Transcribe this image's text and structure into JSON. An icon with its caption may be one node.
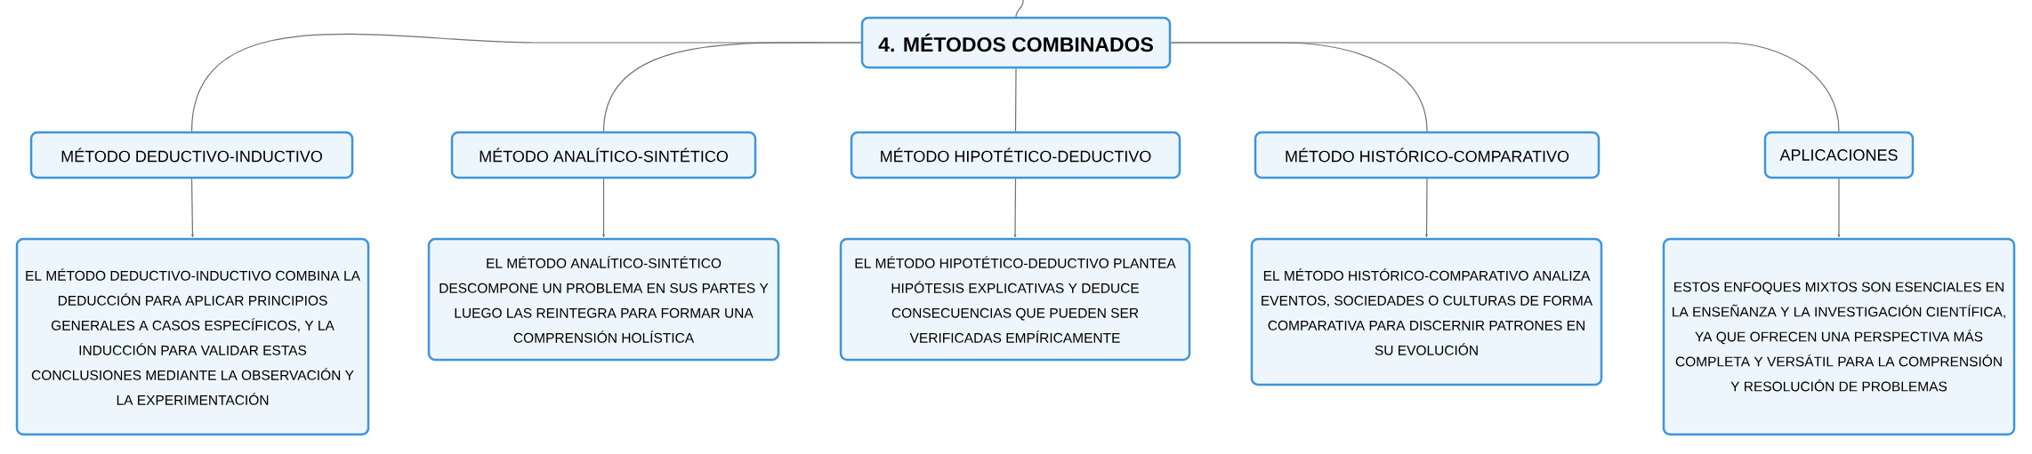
{
  "diagram": {
    "nodes": [
      {
        "text": [
          "4. MÉTODOS COMBINADOS"
        ]
      },
      {
        "text": [
          "MÉTODO DEDUCTIVO-INDUCTIVO"
        ]
      },
      {
        "text": [
          "MÉTODO ANALÍTICO-SINTÉTICO"
        ]
      },
      {
        "text": [
          "MÉTODO HIPOTÉTICO-DEDUCTIVO"
        ]
      },
      {
        "text": [
          "MÉTODO HISTÓRICO-COMPARATIVO"
        ]
      },
      {
        "text": [
          "APLICACIONES"
        ]
      },
      {
        "text": [
          "EL MÉTODO DEDUCTIVO-INDUCTIVO COMBINA LA DEDUCCIÓN PARA APLICAR PRINCIPIOS GENERALES A CASOS ESPECÍFICOS, Y LA INDUCCIÓN PARA VALIDAR ESTAS CONCLUSIONES MEDIANTE LA OBSERVACIÓN Y LA EXPERIMENTACIÓN"
        ]
      },
      {
        "text": [
          "EL MÉTODO ANALÍTICO-SINTÉTICO DESCOMPONE UN PROBLEMA EN SUS PARTES Y LUEGO LAS REINTEGRA PARA FORMAR UNA COMPRENSIÓN HOLÍSTICA"
        ]
      },
      {
        "text": [
          "EL MÉTODO HIPOTÉTICO-DEDUCTIVO PLANTEA HIPÓTESIS EXPLICATIVAS Y DEDUCE CONSECUENCIAS QUE PUEDEN SER VERIFICADAS EMPÍRICAMENTE"
        ]
      },
      {
        "text": [
          "EL MÉTODO HISTÓRICO-COMPARATIVO ANALIZA EVENTOS, SOCIEDADES O CULTURAS DE FORMA COMPARATIVA PARA DISCERNIR PATRONES EN SU EVOLUCIÓN"
        ]
      },
      {
        "text": [
          "ESTOS ENFOQUES MIXTOS SON ESENCIALES EN LA ENSEÑANZA Y LA INVESTIGACIÓN CIENTÍFICA, YA QUE OFRECEN UNA PERSPECTIVA MÁS COMPLETA Y VERSÁTIL PARA LA COMPRENSIÓN Y RESOLUCIÓN DE PROBLEMAS"
        ]
      }
    ],
    "edges": [
      {
        "from": null,
        "to": 0,
        "arrow": "none"
      },
      {
        "from": 0,
        "to": 1,
        "arrow": "none"
      },
      {
        "from": 0,
        "to": 2,
        "arrow": "none"
      },
      {
        "from": 0,
        "to": 3,
        "arrow": "none"
      },
      {
        "from": 0,
        "to": 4,
        "arrow": "none"
      },
      {
        "from": 0,
        "to": 5,
        "arrow": "none"
      },
      {
        "from": 1,
        "to": 6,
        "arrow": "to"
      },
      {
        "from": 2,
        "to": 7,
        "arrow": "to"
      },
      {
        "from": 3,
        "to": 8,
        "arrow": "to"
      },
      {
        "from": 4,
        "to": 9,
        "arrow": "to"
      },
      {
        "from": 5,
        "to": 10,
        "arrow": "to"
      }
    ]
  }
}
